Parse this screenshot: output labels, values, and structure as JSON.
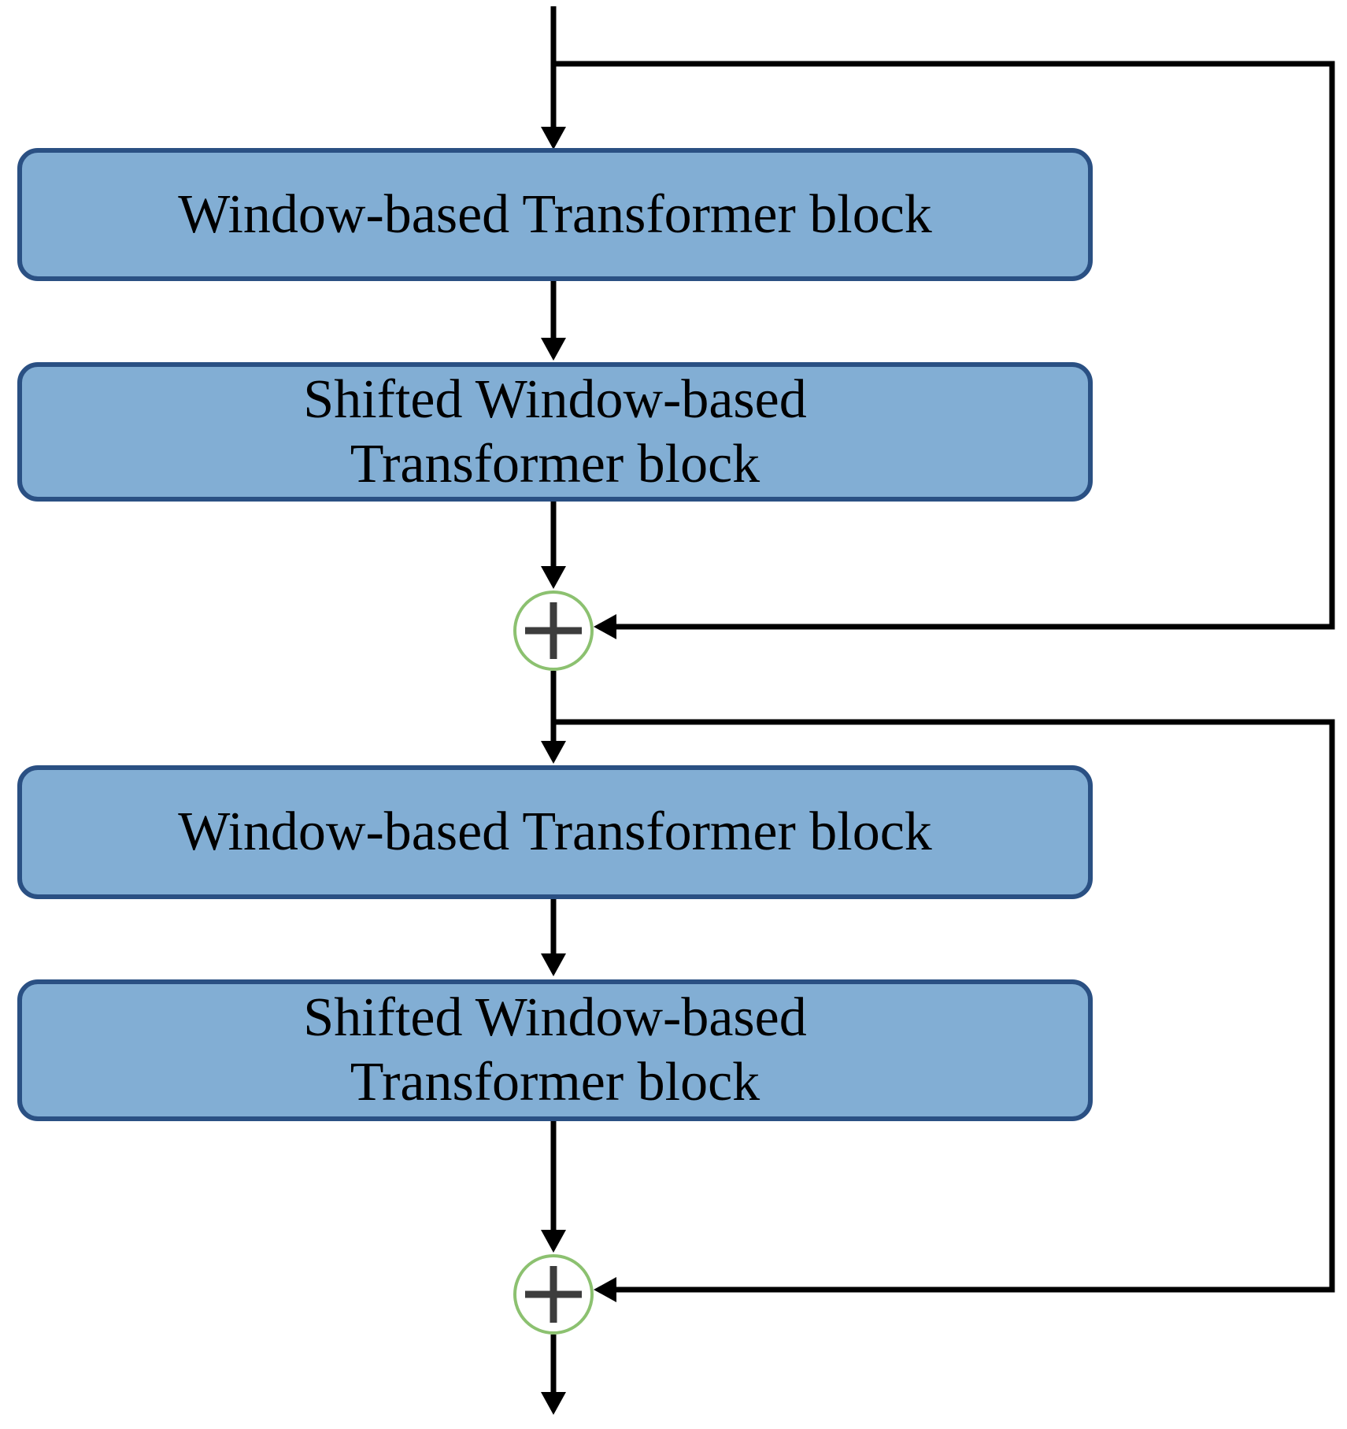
{
  "figure": {
    "colors": {
      "background": "#ffffff",
      "block_fill": "#82aed4",
      "block_border": "#2a5083",
      "connector": "#000000",
      "adder_ring": "#8cc170",
      "adder_plus": "#3d3d3d",
      "text": "#000000"
    },
    "blocks": [
      {
        "id": "window-transformer-block-1",
        "lines": [
          "Window-based Transformer block"
        ]
      },
      {
        "id": "shifted-window-transformer-block-1",
        "lines": [
          "Shifted Window-based",
          "Transformer block"
        ]
      },
      {
        "id": "window-transformer-block-2",
        "lines": [
          "Window-based Transformer block"
        ]
      },
      {
        "id": "shifted-window-transformer-block-2",
        "lines": [
          "Shifted Window-based",
          "Transformer block"
        ]
      }
    ],
    "adders": [
      {
        "id": "adder-1",
        "symbol": "+"
      },
      {
        "id": "adder-2",
        "symbol": "+"
      }
    ],
    "edges": [
      {
        "from": "input",
        "to": "window-transformer-block-1"
      },
      {
        "from": "input",
        "to": "adder-1",
        "type": "skip"
      },
      {
        "from": "window-transformer-block-1",
        "to": "shifted-window-transformer-block-1"
      },
      {
        "from": "shifted-window-transformer-block-1",
        "to": "adder-1"
      },
      {
        "from": "adder-1",
        "to": "window-transformer-block-2"
      },
      {
        "from": "adder-1",
        "to": "adder-2",
        "type": "skip"
      },
      {
        "from": "window-transformer-block-2",
        "to": "shifted-window-transformer-block-2"
      },
      {
        "from": "shifted-window-transformer-block-2",
        "to": "adder-2"
      },
      {
        "from": "adder-2",
        "to": "output"
      }
    ]
  }
}
